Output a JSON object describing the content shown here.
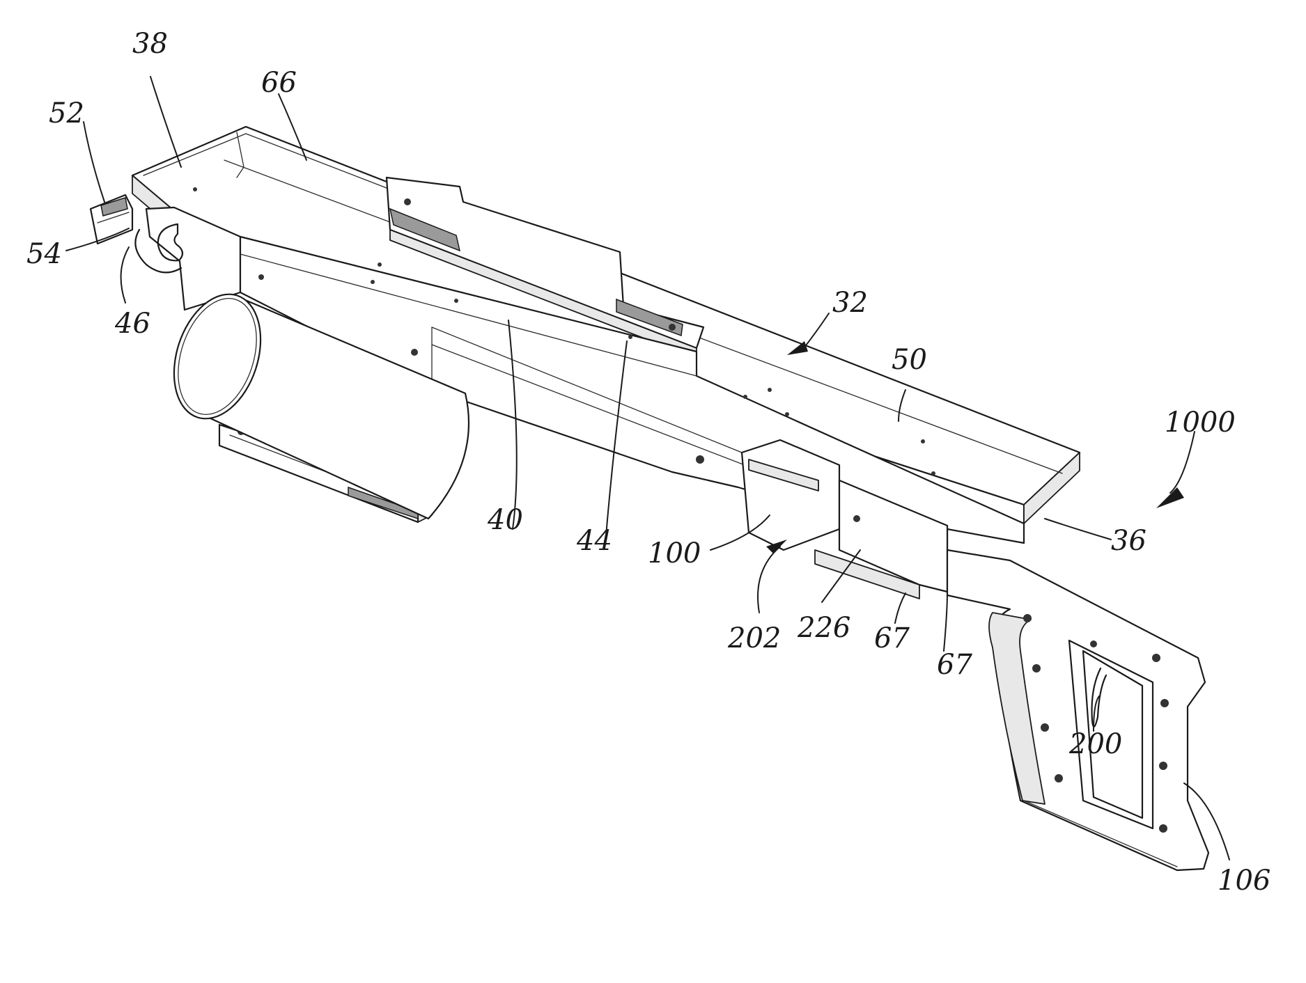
{
  "figure": {
    "reference_numerals": {
      "r38": "38",
      "r52": "52",
      "r66": "66",
      "r54": "54",
      "r46": "46",
      "r32": "32",
      "r50": "50",
      "r1000": "1000",
      "r40": "40",
      "r44": "44",
      "r100": "100",
      "r36": "36",
      "r202": "202",
      "r226": "226",
      "r67a": "67",
      "r67b": "67",
      "r200": "200",
      "r106": "106"
    }
  }
}
